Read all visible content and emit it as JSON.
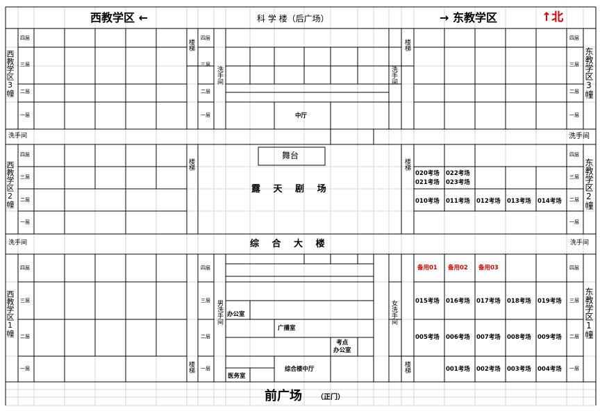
{
  "header": {
    "west_title": "西教学区",
    "west_arrow": "←",
    "science_building": "科 学 楼（后广场）",
    "east_arrow": "→",
    "east_title": "东教学区",
    "north": "↑北"
  },
  "floors": {
    "f4": "四层",
    "f3": "三层",
    "f2": "二层",
    "f1": "一层"
  },
  "stairs": "楼梯",
  "washroom": "洗手间",
  "buildings": {
    "west3": "西教学区3幢",
    "west2": "西教学区2幢",
    "west1": "西教学区1幢",
    "east3": "东教学区3幢",
    "east2": "东教学区2幢",
    "east1": "东教学区1幢"
  },
  "center": {
    "hall": "中厅",
    "stage": "舞台",
    "theater": "露 天 剧 场",
    "complex": "综 合 大 楼",
    "male_wc": "男洗手间",
    "female_wc": "女洗手间",
    "office": "办公室",
    "broadcast": "广播室",
    "exam_office": "考点\n办公室",
    "complex_hall": "综合楼中厅",
    "clinic": "医务室"
  },
  "east2_rooms": {
    "f3": [
      "020考场",
      "021考场",
      "022考场",
      "023考场"
    ],
    "f2": [
      "010考场",
      "011考场",
      "012考场",
      "013考场",
      "014考场"
    ]
  },
  "east1_rooms": {
    "f4": [
      "备用01",
      "备用02",
      "备用03"
    ],
    "f3": [
      "015考场",
      "016考场",
      "017考场",
      "018考场",
      "019考场"
    ],
    "f2": [
      "005考场",
      "006考场",
      "007考场",
      "008考场",
      "009考场"
    ],
    "f1": [
      "001考场",
      "002考场",
      "003考场",
      "004考场"
    ]
  },
  "footer": {
    "plaza": "前广场",
    "gate": "（正门）"
  },
  "colors": {
    "spare": "#e00000",
    "line": "#000000",
    "grid": "#d4d4d4"
  }
}
